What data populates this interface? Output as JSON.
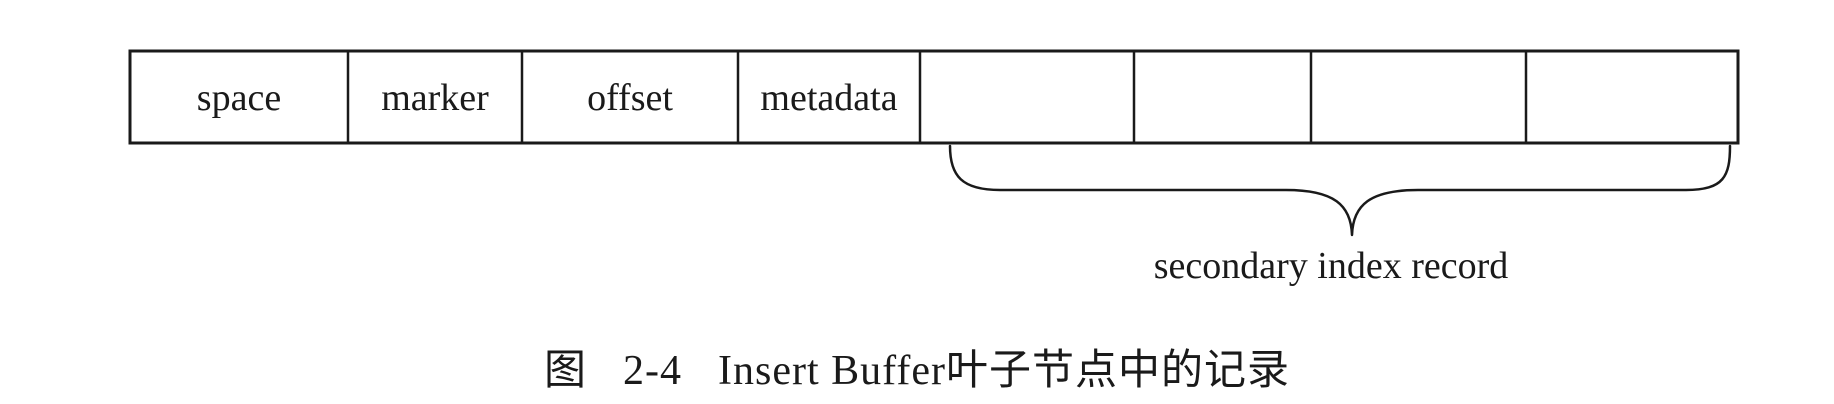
{
  "record": {
    "cells": [
      {
        "label": "space"
      },
      {
        "label": "marker"
      },
      {
        "label": "offset"
      },
      {
        "label": "metadata"
      },
      {
        "label": ""
      },
      {
        "label": ""
      },
      {
        "label": ""
      },
      {
        "label": ""
      }
    ],
    "brace_label": "secondary index record"
  },
  "caption": {
    "prefix": "图",
    "number": "2-4",
    "text": "Insert Buffer叶子节点中的记录"
  },
  "colors": {
    "line": "#1a1a1a",
    "background": "#ffffff"
  }
}
